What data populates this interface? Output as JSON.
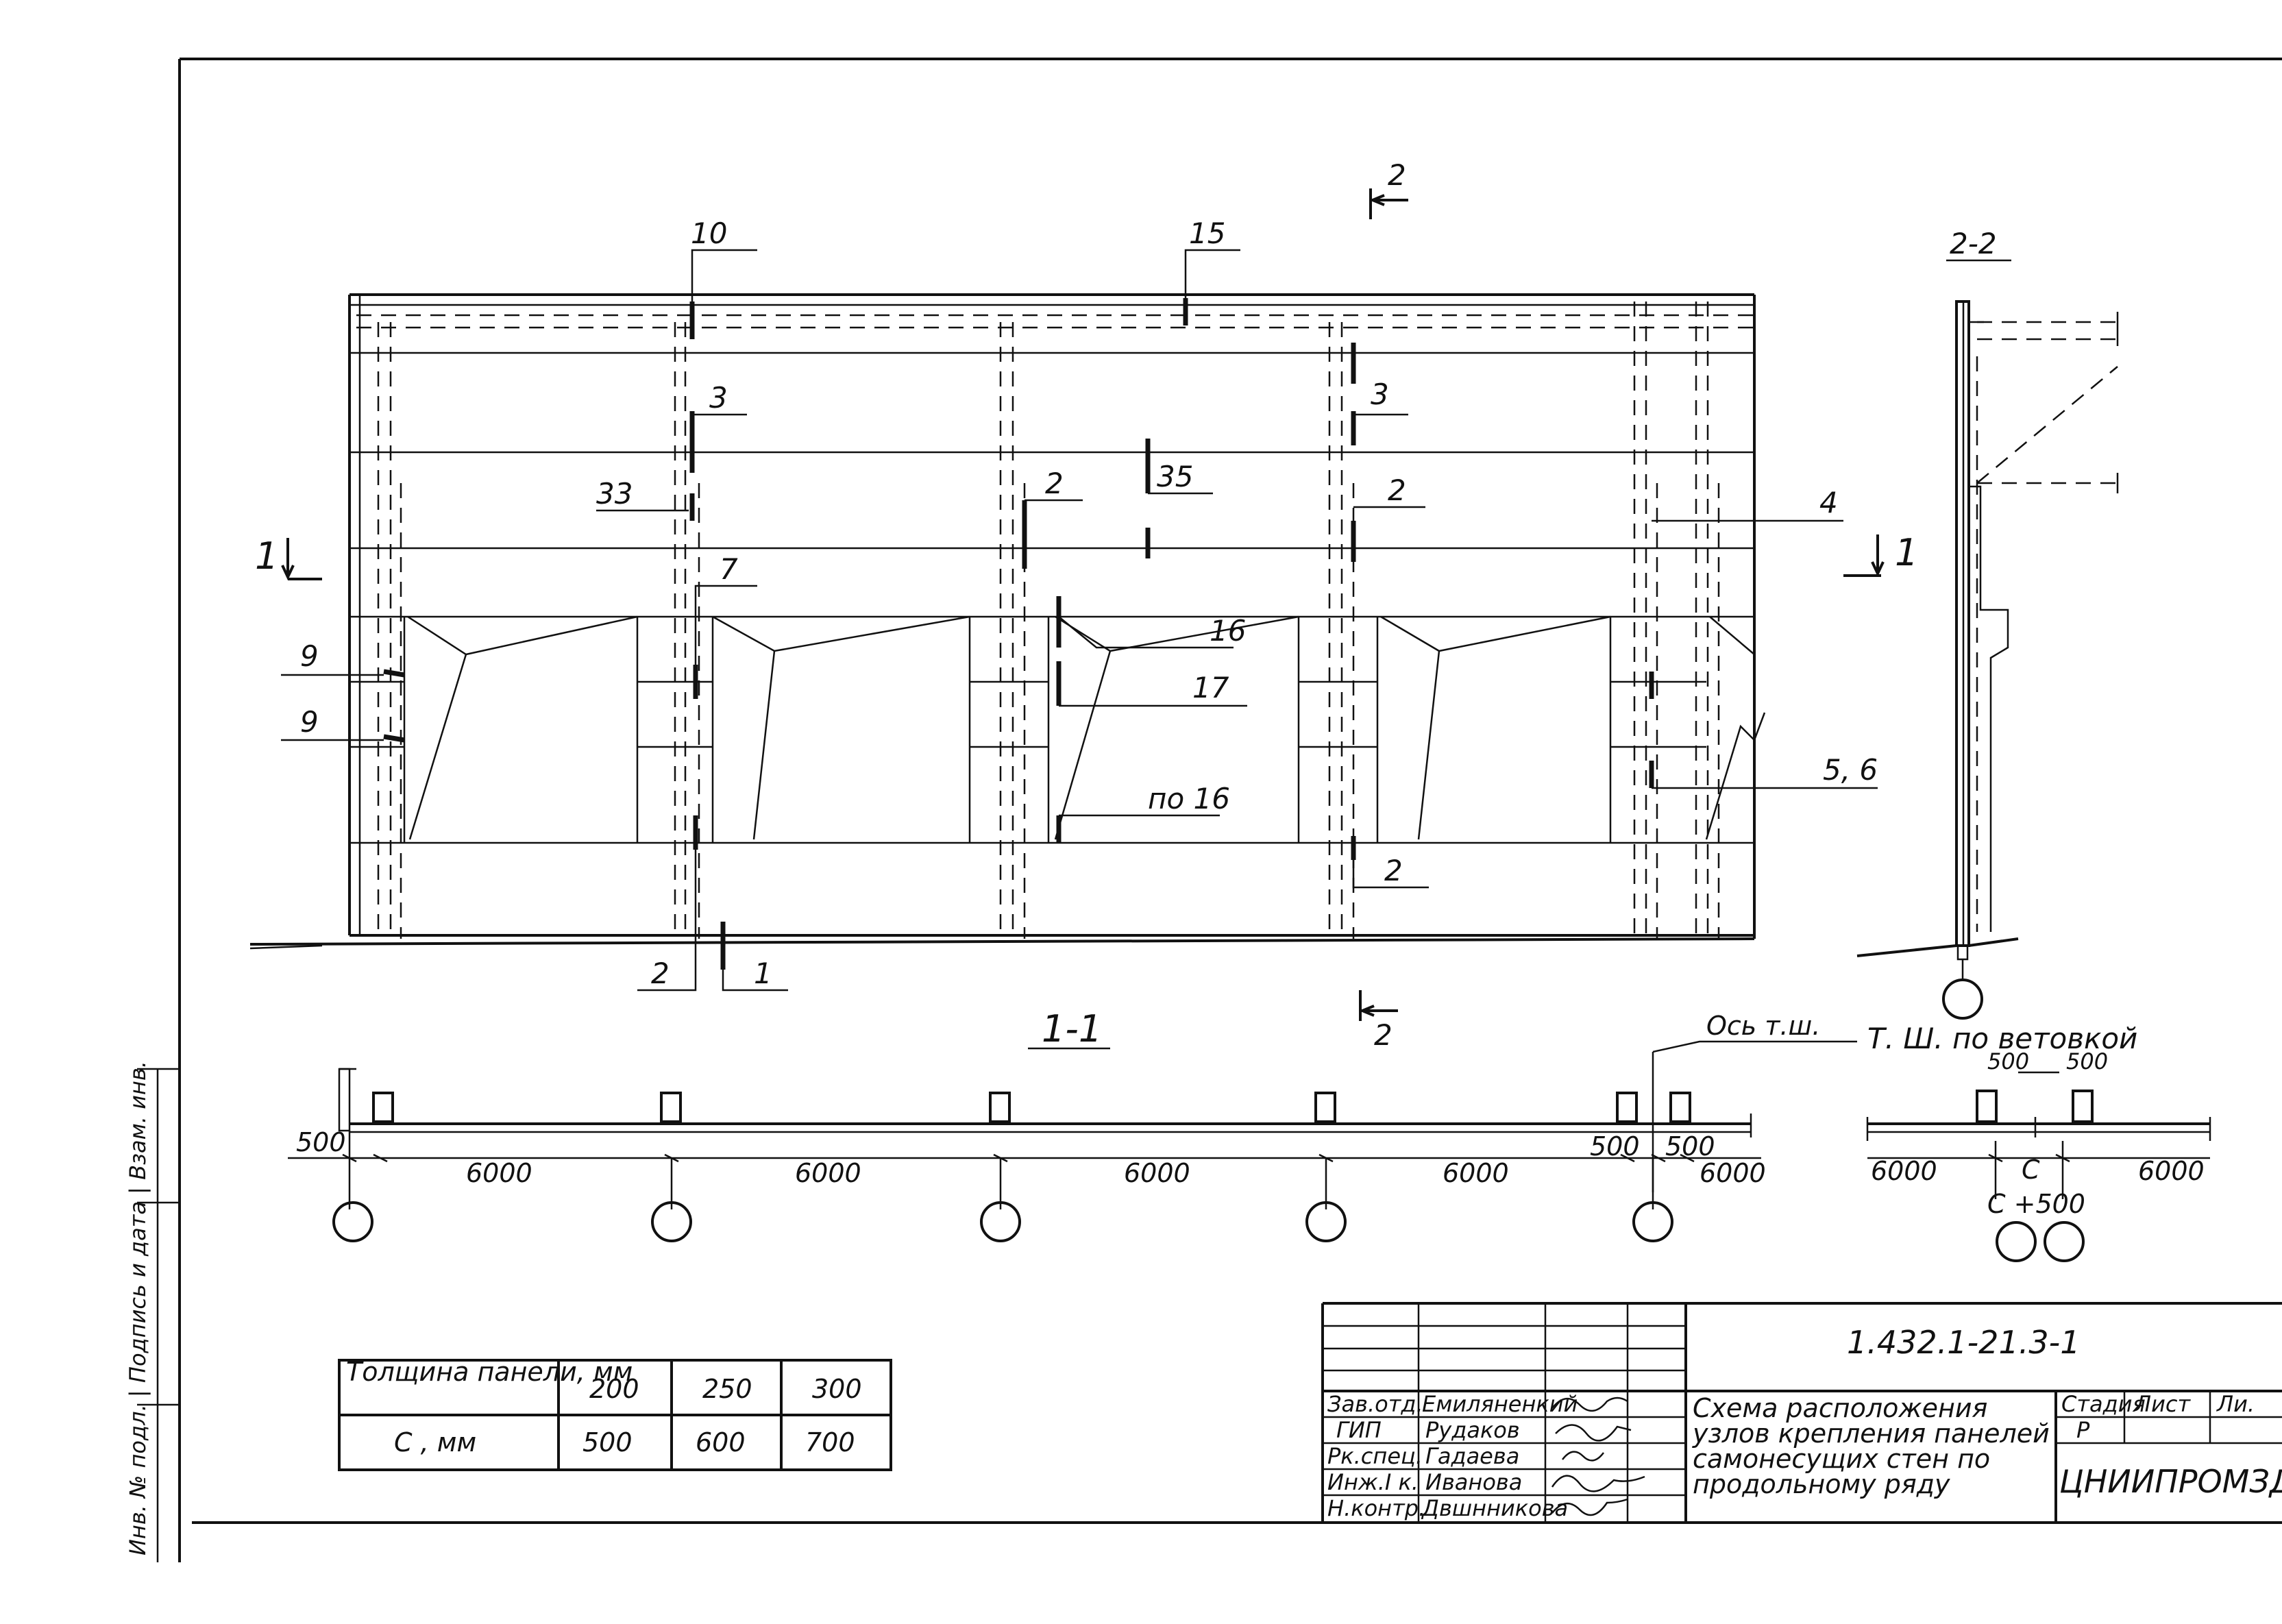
{
  "elevation": {
    "callouts": [
      "10",
      "15",
      "3",
      "3",
      "33",
      "35",
      "2",
      "2",
      "7",
      "16",
      "17",
      "по 16",
      "9",
      "9",
      "4",
      "5, 6",
      "2",
      "2",
      "1"
    ],
    "section_marks": {
      "left": "1",
      "right": "1",
      "top": "2",
      "bottom": "2"
    }
  },
  "section_2_2": {
    "title": "2-2"
  },
  "section_1_1": {
    "title": "1-1",
    "axis_label": "Ось т.ш.",
    "dims_top": [
      "500",
      "500",
      "500"
    ],
    "spans": [
      "6000",
      "6000",
      "6000",
      "6000",
      "6000"
    ]
  },
  "expansion_joint": {
    "title": "Т. Ш. по ветовкой",
    "dims": [
      "500",
      "500"
    ],
    "spans": [
      "6000",
      "6000"
    ],
    "c_label": "С",
    "c500_label": "С +500"
  },
  "thickness_table": {
    "row1_header": "Толщина панели, мм",
    "row1_values": [
      "200",
      "250",
      "300"
    ],
    "row2_header": "С , мм",
    "row2_values": [
      "500",
      "600",
      "700"
    ]
  },
  "title_block": {
    "doc_number": "1.432.1-21.3-1",
    "roles": [
      "Зав.отд.",
      "ГИП",
      "Рк.спец.",
      "Инж.I к.",
      "Н.контр."
    ],
    "names": [
      "Емиляненкий",
      "Рудаков",
      "Гадаева",
      "Иванова",
      "Двшнникова"
    ],
    "drawing_title": [
      "Схема расположения",
      "узлов крепления панелей",
      "самонесущих стен по",
      "продольному ряду"
    ],
    "stage_header": "Стадия",
    "sheet_header": "Лист",
    "sheets_header": "Ли.",
    "stage_value": "Р",
    "organization": "ЦНИИПРОМЗДА"
  },
  "side_strip": {
    "text": "Инв. № подл. | Подпись и дата | Взам. инв."
  }
}
